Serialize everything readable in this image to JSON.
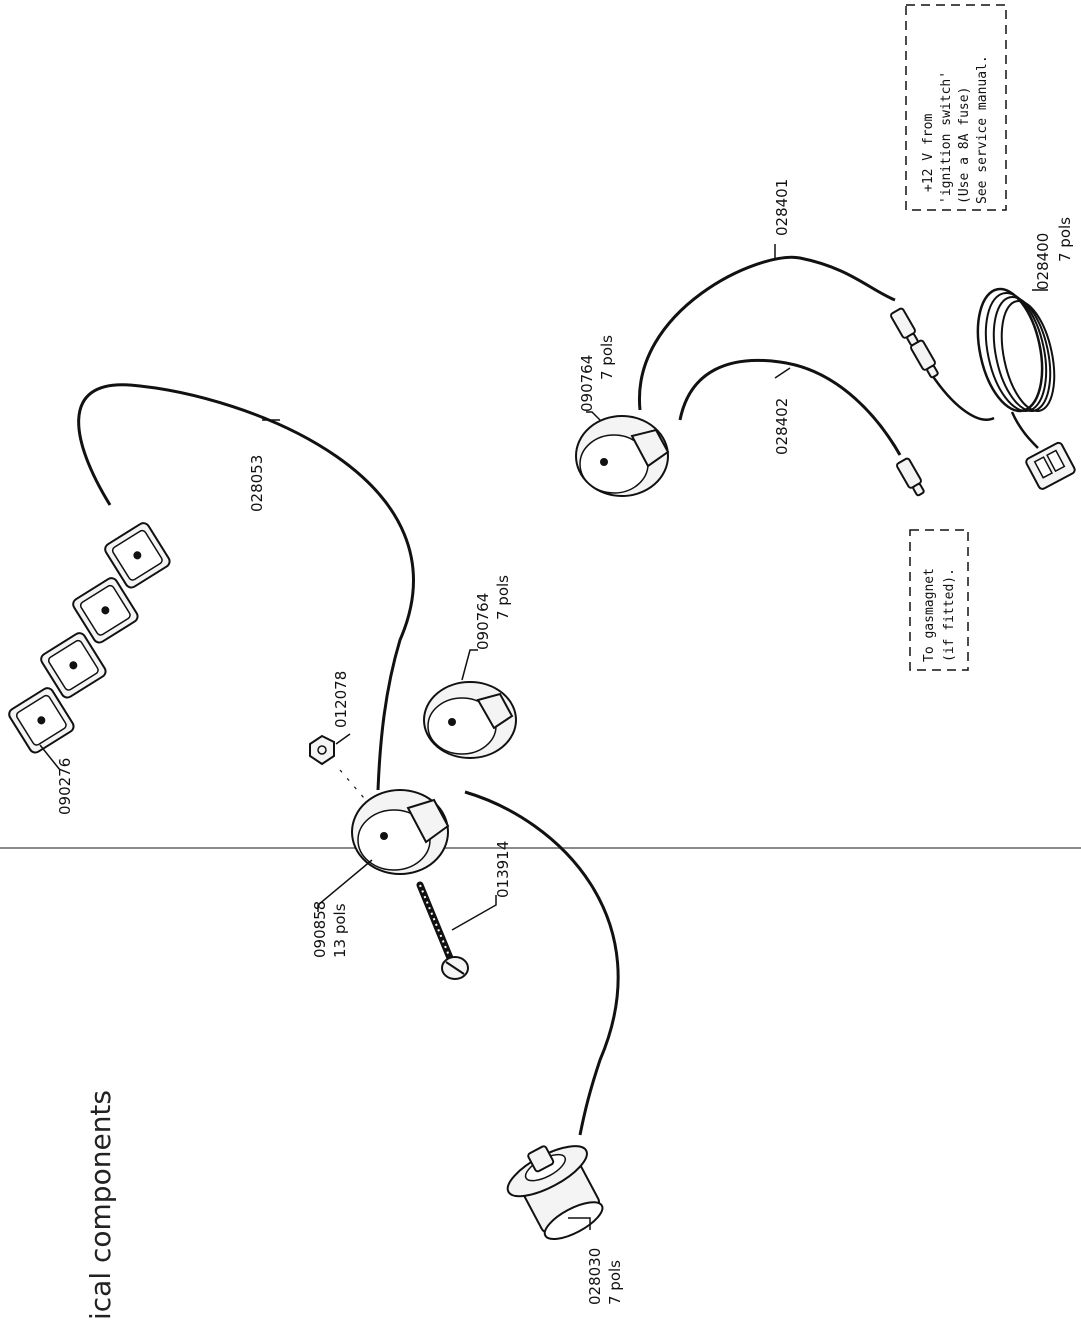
{
  "title": "ical components",
  "labels": {
    "p090276": "090276",
    "p028053": "028053",
    "p012078": "012078",
    "p090764_mid": "090764",
    "p090764_mid_pols": "7 pols",
    "p013914": "013914",
    "p090858": "090858",
    "p090858_pols": "13 pols",
    "p028030": "028030",
    "p028030_pols": "7 pols",
    "p090764_top": "090764",
    "p090764_top_pols": "7 pols",
    "p028402": "028402",
    "p028401": "028401",
    "p028400": "028400",
    "p028400_pols": "7 pols"
  },
  "notes": {
    "gasmagnet": [
      "To gasmagnet",
      "(if fitted)."
    ],
    "ignition": [
      "+12 V from",
      "'ignition switch'",
      "(Use a 8A fuse)",
      "See service manual."
    ]
  }
}
